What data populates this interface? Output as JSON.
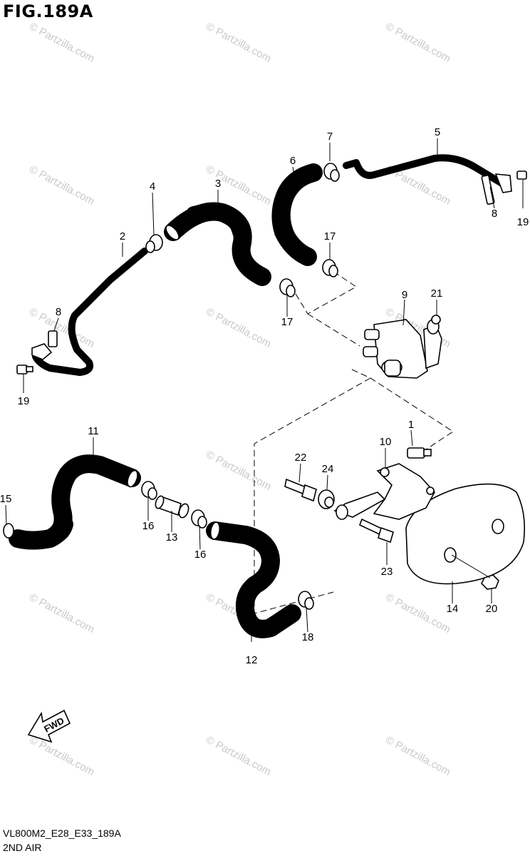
{
  "figure": {
    "title": "FIG.189A",
    "code": "VL800M2_E28_E33_189A",
    "name": "2ND AIR"
  },
  "watermark": "© Partzilla.com",
  "fwd_label": "FWD",
  "callouts": [
    {
      "id": "c1",
      "label": "1"
    },
    {
      "id": "c2",
      "label": "2"
    },
    {
      "id": "c3",
      "label": "3"
    },
    {
      "id": "c4",
      "label": "4"
    },
    {
      "id": "c5",
      "label": "5"
    },
    {
      "id": "c6",
      "label": "6"
    },
    {
      "id": "c7",
      "label": "7"
    },
    {
      "id": "c8a",
      "label": "8"
    },
    {
      "id": "c8b",
      "label": "8"
    },
    {
      "id": "c9",
      "label": "9"
    },
    {
      "id": "c10",
      "label": "10"
    },
    {
      "id": "c11",
      "label": "11"
    },
    {
      "id": "c12",
      "label": "12"
    },
    {
      "id": "c13",
      "label": "13"
    },
    {
      "id": "c14",
      "label": "14"
    },
    {
      "id": "c15",
      "label": "15"
    },
    {
      "id": "c16a",
      "label": "16"
    },
    {
      "id": "c16b",
      "label": "16"
    },
    {
      "id": "c17a",
      "label": "17"
    },
    {
      "id": "c17b",
      "label": "17"
    },
    {
      "id": "c18",
      "label": "18"
    },
    {
      "id": "c19a",
      "label": "19"
    },
    {
      "id": "c19b",
      "label": "19"
    },
    {
      "id": "c20",
      "label": "20"
    },
    {
      "id": "c21",
      "label": "21"
    },
    {
      "id": "c22",
      "label": "22"
    },
    {
      "id": "c23",
      "label": "23"
    },
    {
      "id": "c24",
      "label": "24"
    }
  ]
}
